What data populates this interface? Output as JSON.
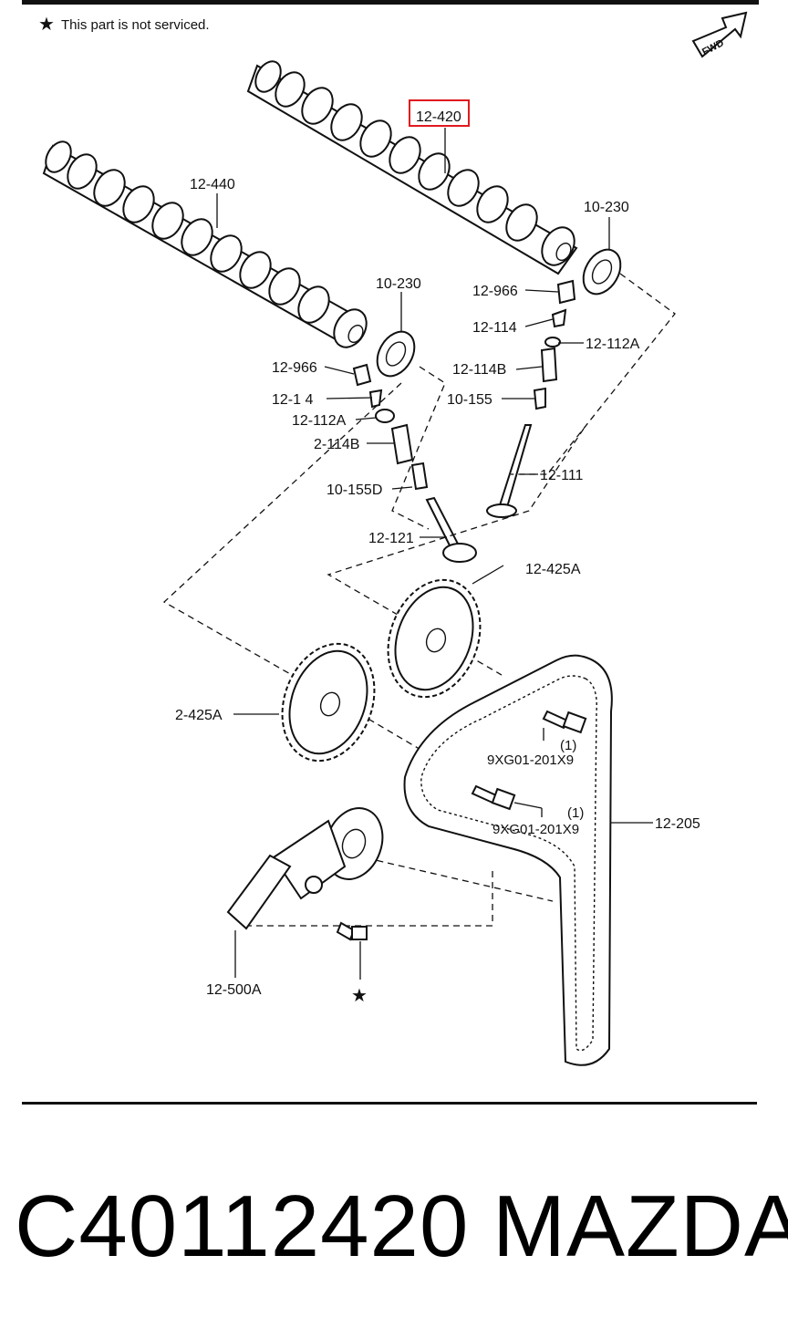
{
  "note": {
    "star": "★",
    "text": "This part is not serviced."
  },
  "fwd": "FWD",
  "labels": {
    "l_12_420": "12-420",
    "l_12_440": "12-440",
    "l_10_230_right": "10-230",
    "l_10_230_left": "10-230",
    "l_12_966_right": "12-966",
    "l_12_114_right": "12-114",
    "l_12_112A_right": "12-112A",
    "l_12_114B_right": "12-114B",
    "l_10_155": "10-155",
    "l_12_111": "12-111",
    "l_12_966_left": "12-966",
    "l_12_114_left": "12-1 4",
    "l_12_112A_left": "12-112A",
    "l_12_114B_left": "2-114B",
    "l_10_155D": "10-155D",
    "l_12_121": "12-121",
    "l_12_425A_right": "12-425A",
    "l_12_425A_left": "2-425A",
    "bolt1_qty": "(1)",
    "bolt1_code": "9XG01-201X9",
    "bolt2_qty": "(1)",
    "bolt2_code": "9XG01-201X9",
    "l_12_205": "12-205",
    "l_12_500A": "12-500A",
    "star_mark": "★"
  },
  "highlight_color": "#e0191f",
  "caption": {
    "part_number": "C40112420",
    "brand": "MAZDA"
  }
}
